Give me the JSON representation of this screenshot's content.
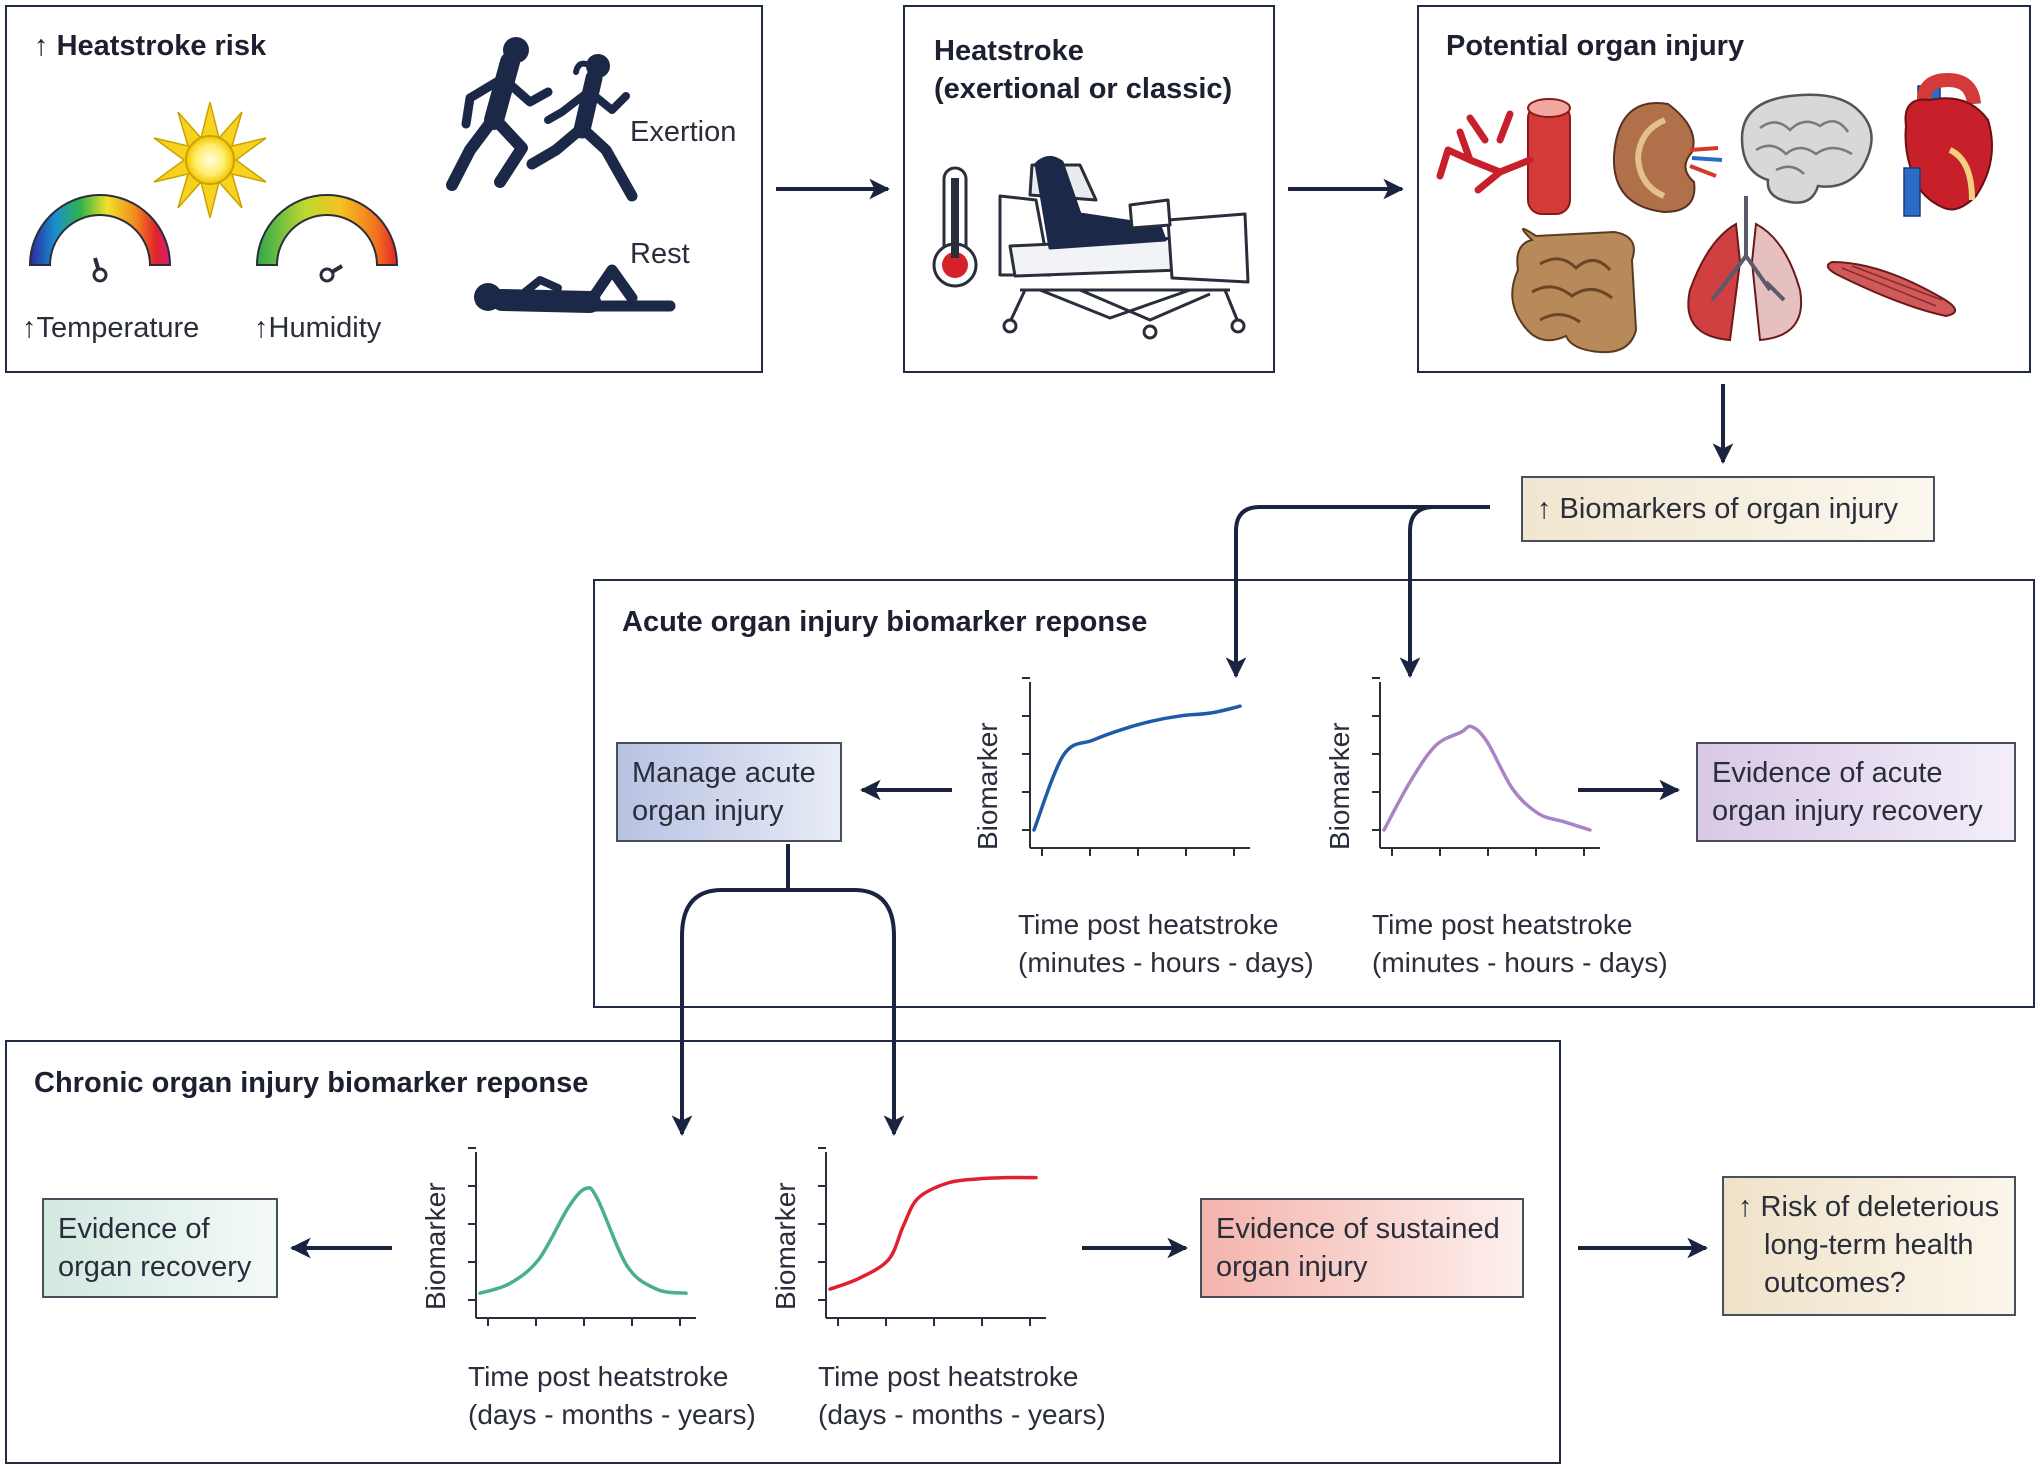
{
  "colors": {
    "frame": "#1f2a44",
    "arrow": "#1a2440",
    "acute_rise_curve": "#1f5aa6",
    "acute_peak_curve": "#a884c7",
    "chronic_peak_curve": "#4ab08a",
    "chronic_rise_curve": "#e02030",
    "box_management": "#b8c2e2",
    "box_acute_recovery": "#d8c8e6",
    "box_organ_recovery": "#d2e8e0",
    "box_sustained_injury": "#f4b4ac",
    "box_biomarkers": "#f1e6d0",
    "box_risk": "#efe2c8"
  },
  "risk_panel": {
    "title_arrow": "↑",
    "title": "Heatstroke risk",
    "temperature_label": "↑Temperature",
    "humidity_label": "↑Humidity",
    "exertion_label": "Exertion",
    "rest_label": "Rest"
  },
  "heatstroke_panel": {
    "title_line1": "Heatstroke",
    "title_line2": "(exertional or classic)"
  },
  "organ_panel": {
    "title": "Potential organ injury",
    "organs": [
      "blood-vessels",
      "kidney",
      "brain",
      "heart",
      "intestines",
      "lungs",
      "muscle"
    ]
  },
  "biomarkers_box": {
    "text": "↑ Biomarkers of organ injury"
  },
  "acute_section": {
    "title": "Acute organ injury biomarker reponse",
    "manage_box": [
      "Manage acute",
      "organ injury"
    ],
    "recovery_box": [
      "Evidence of acute",
      "organ injury recovery"
    ],
    "chart_xlabel": [
      "Time post heatstroke",
      "(minutes - hours - days)"
    ],
    "chart_ylabel": "Biomarker"
  },
  "chronic_section": {
    "title": "Chronic organ injury biomarker reponse",
    "recovery_box": [
      "Evidence of",
      "organ recovery"
    ],
    "sustained_box": [
      "Evidence of sustained",
      "organ injury"
    ],
    "chart_xlabel": [
      "Time post heatstroke",
      "(days - months - years)"
    ],
    "chart_ylabel": "Biomarker"
  },
  "risk_outcome_box": [
    "↑ Risk of deleterious",
    "long-term health",
    "outcomes?"
  ],
  "chart_data": [
    {
      "type": "line",
      "name": "acute-rise",
      "x": [
        0,
        1,
        2,
        3,
        4,
        5,
        6,
        7
      ],
      "y": [
        0.0,
        0.55,
        0.66,
        0.74,
        0.8,
        0.84,
        0.86,
        0.91
      ]
    },
    {
      "type": "line",
      "name": "acute-peak",
      "x": [
        0,
        1,
        2,
        3,
        3.4,
        4,
        5,
        6,
        7,
        8
      ],
      "y": [
        0.0,
        0.35,
        0.62,
        0.72,
        0.76,
        0.65,
        0.3,
        0.12,
        0.06,
        0.0
      ]
    },
    {
      "type": "line",
      "name": "chronic-peak",
      "x": [
        0,
        1,
        2,
        3,
        3.6,
        4,
        5,
        6,
        7
      ],
      "y": [
        0.05,
        0.12,
        0.3,
        0.68,
        0.82,
        0.74,
        0.25,
        0.08,
        0.05
      ]
    },
    {
      "type": "line",
      "name": "chronic-rise",
      "x": [
        0,
        1,
        2,
        2.5,
        3,
        4,
        5,
        6,
        7
      ],
      "y": [
        0.08,
        0.16,
        0.3,
        0.55,
        0.75,
        0.86,
        0.89,
        0.9,
        0.9
      ]
    }
  ]
}
